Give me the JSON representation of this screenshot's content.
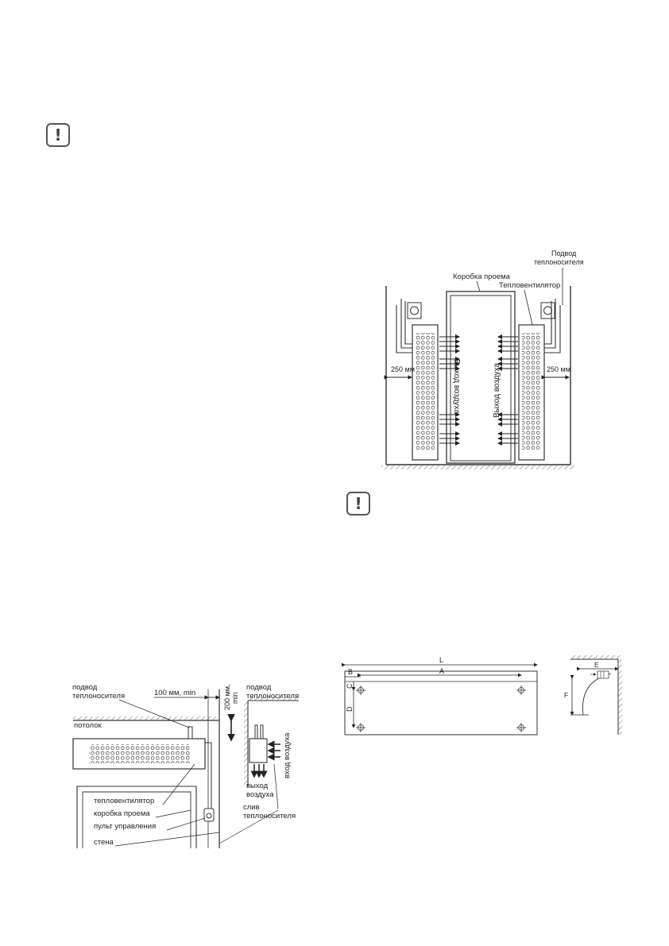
{
  "warning_icons": [
    {
      "glyph": "!"
    },
    {
      "glyph": "!"
    }
  ],
  "top_diagram": {
    "label_supply": "Подвод теплоносителя",
    "label_supply_line1": "Подвод",
    "label_supply_line2": "теплоносителя",
    "label_box": "Коробка проема",
    "label_heater": "Тепловентилятор",
    "label_gap_left": "250 мм",
    "label_gap_right": "250 мм",
    "label_air_out_left": "Выход воздуха",
    "label_air_out_right": "Выход воздуха"
  },
  "bottom_left_diagram": {
    "label_supply_line1": "подвод",
    "label_supply_line2": "теплоносителя",
    "label_gap_100": "100 мм, min",
    "label_gap_200_line1": "200 мм,",
    "label_gap_200_line2": "min",
    "label_ceiling": "потолок",
    "label_supply_right_line1": "подвод",
    "label_supply_right_line2": "теплоносителя",
    "label_air_in": "вход воздуха",
    "label_air_out_line1": "выход",
    "label_air_out_line2": "воздуха",
    "label_heater": "тепловентилятор",
    "label_box": "коробка проема",
    "label_remote": "пульт управления",
    "label_wall": "стена",
    "label_drain_line1": "слив",
    "label_drain_line2": "теплоносителя"
  },
  "bottom_right_diagram": {
    "dim_L": "L",
    "dim_A": "A",
    "dim_B": "B",
    "dim_C": "C",
    "dim_D": "D",
    "dim_E": "E",
    "dim_F": "F"
  }
}
